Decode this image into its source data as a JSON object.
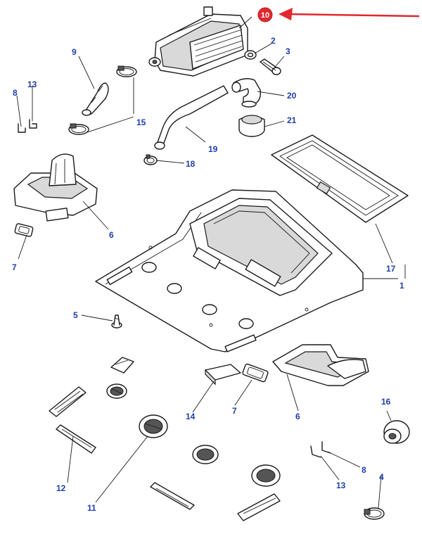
{
  "callouts": {
    "p1": "1",
    "p2": "2",
    "p3": "3",
    "p4": "4",
    "p5": "5",
    "p6a": "6",
    "p6b": "6",
    "p7a": "7",
    "p7b": "7",
    "p8a": "8",
    "p8b": "8",
    "p9": "9",
    "p10": "10",
    "p11": "11",
    "p12": "12",
    "p13a": "13",
    "p13b": "13",
    "p14": "14",
    "p15": "15",
    "p16": "16",
    "p17": "17",
    "p18": "18",
    "p19": "19",
    "p20": "20",
    "p21": "21"
  },
  "colors": {
    "callout_text": "#1f3fa8",
    "highlight": "#e0282e",
    "line": "#1a1a1a"
  }
}
